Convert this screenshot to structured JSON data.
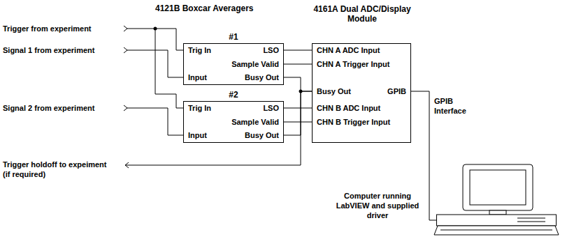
{
  "diagram": {
    "nodes": [
      {
        "text": [
          "#1",
          "Trig In",
          "LSO",
          "Sample Valid",
          "Input",
          "Busy Out"
        ]
      },
      {
        "text": [
          "#2",
          "Trig In",
          "LSO",
          "Sample Valid",
          "Input",
          "Busy Out"
        ]
      },
      {
        "text": [
          "4161A Dual ADC/Display Module",
          "CHN A ADC Input",
          "CHN A Trigger Input",
          "Busy Out",
          "GPIB",
          "CHN B ADC Input",
          "CHN B Trigger Input"
        ]
      },
      {
        "text": [
          "Computer running LabVIEW and supplied driver"
        ]
      }
    ],
    "edges": [
      {
        "from": 0,
        "to": 2,
        "arrow": "none"
      },
      {
        "from": 0,
        "to": 2,
        "arrow": "none"
      },
      {
        "from": 0,
        "to": 2,
        "arrow": "none"
      },
      {
        "from": 1,
        "to": 2,
        "arrow": "none"
      },
      {
        "from": 1,
        "to": 2,
        "arrow": "none"
      },
      {
        "from": 1,
        "to": 2,
        "arrow": "none"
      },
      {
        "from": 2,
        "to": 3,
        "label": "GPIB Interface",
        "arrow": "none"
      }
    ],
    "labels": [
      "4121B Boxcar Averagers",
      "Trigger from experiment",
      "Signal 1 from experiment",
      "Signal 2 from experiment",
      "Trigger holdoff to expeiment (if required)"
    ]
  }
}
